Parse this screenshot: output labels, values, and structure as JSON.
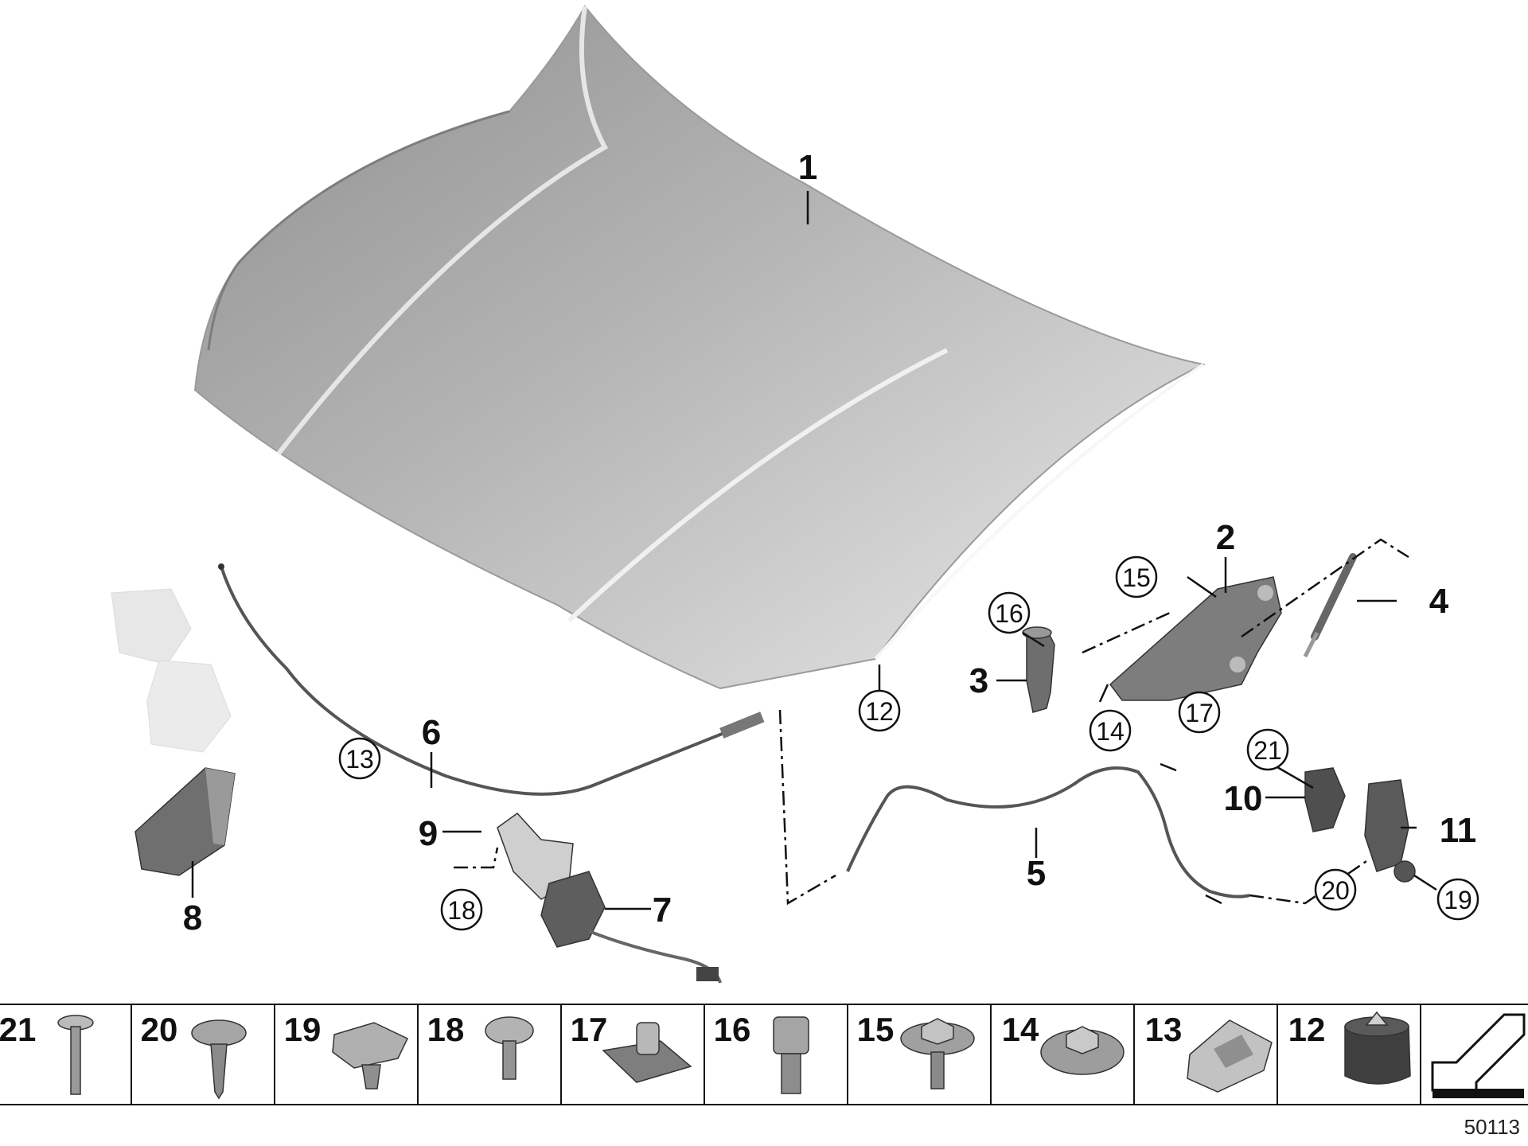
{
  "callouts": [
    "1",
    "2",
    "3",
    "4",
    "5",
    "6",
    "7",
    "8",
    "9",
    "10",
    "11"
  ],
  "circled_callouts": [
    "12",
    "13",
    "14",
    "15",
    "16",
    "17",
    "18",
    "19",
    "20",
    "21"
  ],
  "parts_strip": [
    "21",
    "20",
    "19",
    "18",
    "17",
    "16",
    "15",
    "14",
    "13",
    "12"
  ],
  "diagram_code": "50113",
  "colors": {
    "hood": "#a9a9a9",
    "part_gray": "#8e8e8e",
    "line": "#111111"
  }
}
